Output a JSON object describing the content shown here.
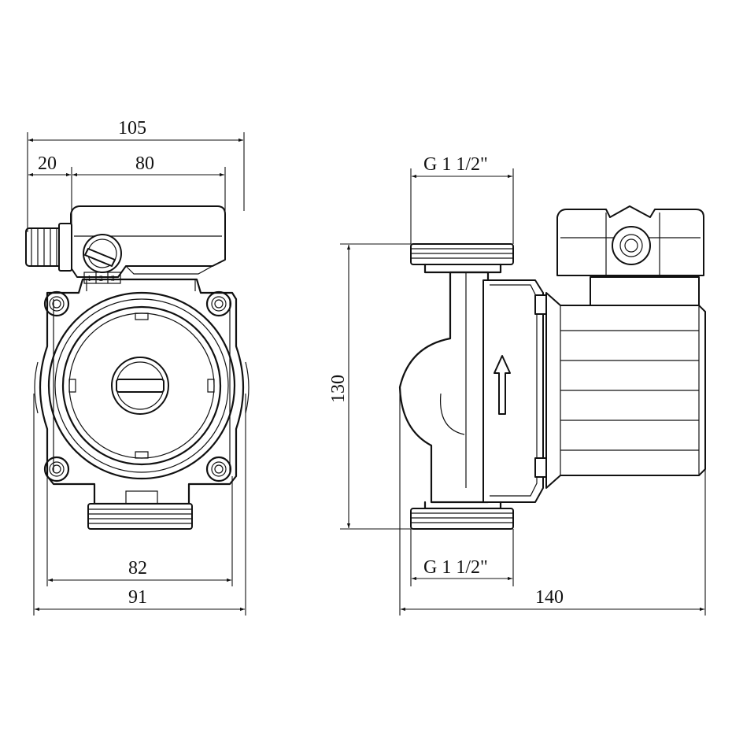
{
  "dimensions": {
    "front_total_width": "105",
    "front_left_offset": "20",
    "front_box_width": "80",
    "front_flange_width": "82",
    "front_body_width": "91",
    "side_height": "130",
    "side_total_length": "140",
    "top_thread": "G 1 1/2\"",
    "bottom_thread": "G 1 1/2\""
  },
  "speed_selector": {
    "labels": [
      "1",
      "2",
      "3"
    ]
  }
}
